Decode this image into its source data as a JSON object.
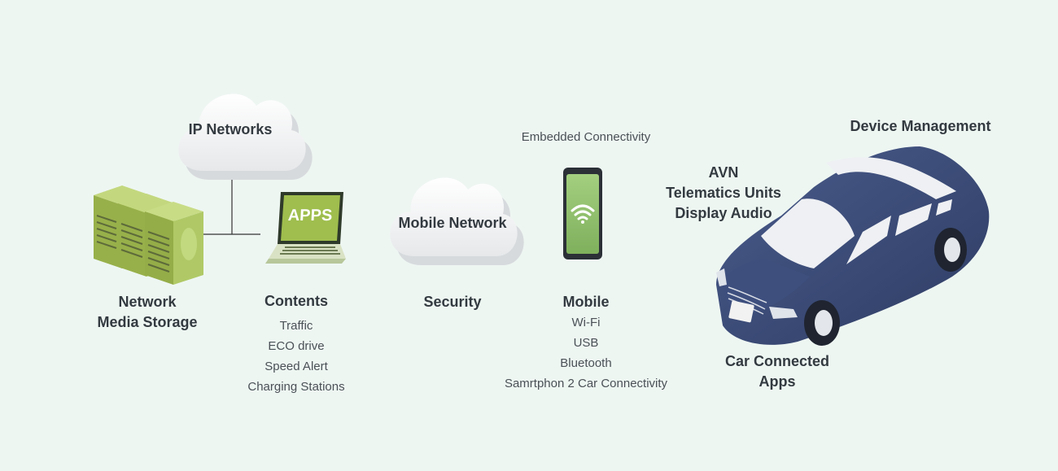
{
  "ip_networks": {
    "title": "IP Networks"
  },
  "storage": {
    "title_line1": "Network",
    "title_line2": "Media Storage"
  },
  "contents": {
    "title": "Contents",
    "items": [
      "Traffic",
      "ECO drive",
      "Speed Alert",
      "Charging Stations"
    ],
    "laptop_screen_text": "APPS"
  },
  "mobile_network": {
    "title": "Mobile Network"
  },
  "security": {
    "title": "Security"
  },
  "embedded": {
    "title": "Embedded Connectivity"
  },
  "mobile": {
    "title": "Mobile",
    "items": [
      "Wi-Fi",
      "USB",
      "Bluetooth",
      "Samrtphon 2 Car Connectivity"
    ]
  },
  "device_management": {
    "title": "Device Management"
  },
  "car_units": {
    "lines": [
      "AVN",
      "Telematics Units",
      "Display Audio"
    ]
  },
  "car_apps": {
    "title_line1": "Car Connected",
    "title_line2": "Apps"
  },
  "colors": {
    "background": "#eef6f2",
    "server_green": "#a9c35a",
    "laptop_green": "#9fbe4e",
    "phone_screen": "#8fbf6e",
    "car_blue": "#3b4c7a"
  }
}
